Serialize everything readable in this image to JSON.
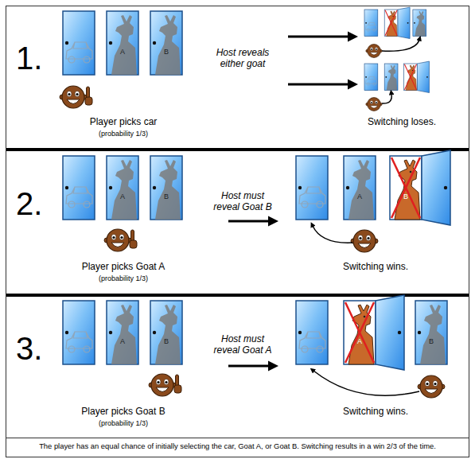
{
  "diagram": {
    "caption": "The player has an equal chance of initially selecting the car, Goat A, or Goat B. Switching results in a win 2/3 of the time.",
    "nodes": [
      {
        "text": [
          "1.",
          "Player picks car",
          "(probability 1/3)",
          "Host reveals either goat",
          "Switching loses."
        ]
      },
      {
        "text": [
          "2.",
          "Player picks Goat A",
          "(probability 1/3)",
          "Host must reveal Goat B",
          "Switching wins."
        ]
      },
      {
        "text": [
          "3.",
          "Player picks Goat B",
          "(probability 1/3)",
          "Host must reveal Goat A",
          "Switching wins."
        ]
      }
    ],
    "labels": [
      "A",
      "B",
      "A",
      "B",
      "A",
      "B",
      "A",
      "B",
      "A",
      "B"
    ]
  }
}
